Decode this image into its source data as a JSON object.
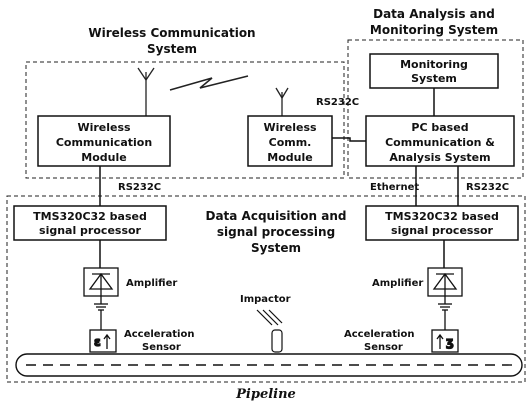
{
  "regions": {
    "wireless": [
      "Wireless Communication",
      "System"
    ],
    "analysis": [
      "Data Analysis and",
      "Monitoring System"
    ],
    "acquisition": [
      "Data Acquisition and",
      "signal processing",
      "System"
    ]
  },
  "boxes": {
    "wireless_module_left": [
      "Wireless",
      "Communication",
      "Module"
    ],
    "wireless_module_right": [
      "Wireless",
      "Comm.",
      "Module"
    ],
    "monitoring": [
      "Monitoring",
      "System"
    ],
    "pc_system": [
      "PC based",
      "Communication &",
      "Analysis System"
    ],
    "dsp_left": [
      "TMS320C32 based",
      "signal processor"
    ],
    "dsp_right": [
      "TMS320C32 based",
      "signal processor"
    ]
  },
  "labels": {
    "rs232_wireless": "RS232C",
    "rs232_left": "RS232C",
    "ethernet": "Ethernet",
    "rs232_right": "RS232C",
    "amplifier_left": "Amplifier",
    "amplifier_right": "Amplifier",
    "impactor": "Impactor",
    "accel_left": [
      "Acceleration",
      "Sensor"
    ],
    "accel_right": [
      "Acceleration",
      "Sensor"
    ],
    "pipeline": "Pipeline"
  }
}
